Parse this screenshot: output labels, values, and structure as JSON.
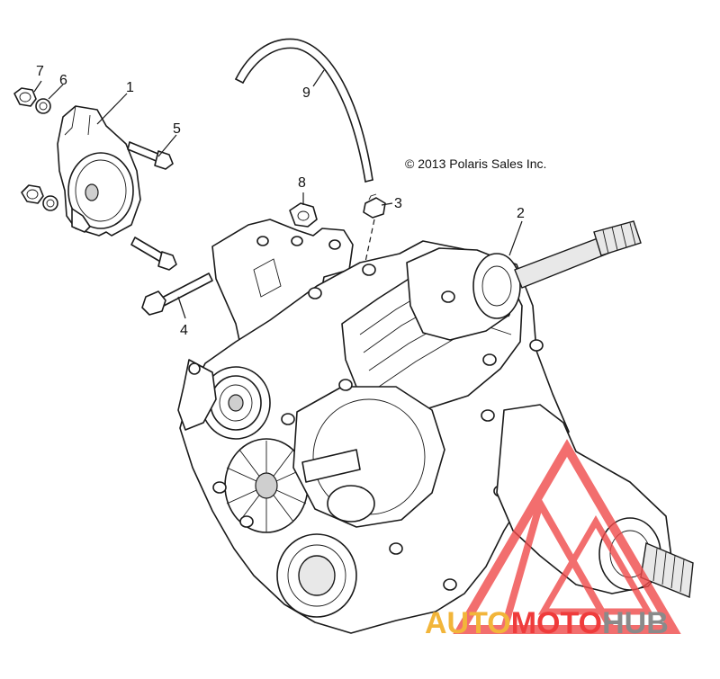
{
  "copyright": "© 2013 Polaris Sales Inc.",
  "callouts": {
    "c1": "1",
    "c2": "2",
    "c3": "3",
    "c4": "4",
    "c5": "5",
    "c6": "6",
    "c7": "7",
    "c8": "8",
    "c9": "9"
  },
  "watermark": {
    "part1": "AUTO",
    "part2": "MOTO",
    "part3": "HUB",
    "colors": {
      "auto": "#f2b53a",
      "moto": "#ef3b3b",
      "hub": "#8a8a8a",
      "logo": "#f04a4a"
    }
  }
}
